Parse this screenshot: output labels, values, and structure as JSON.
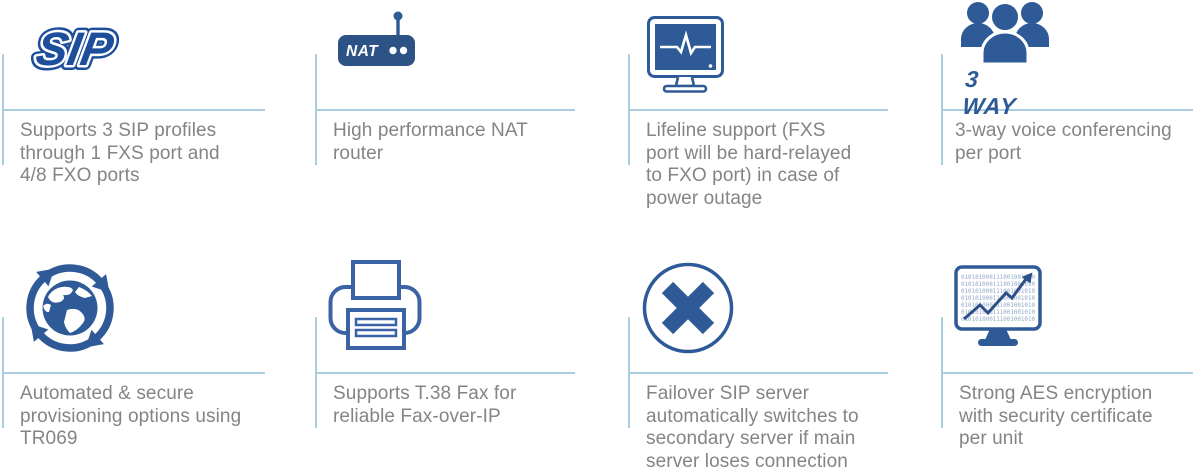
{
  "colors": {
    "accent_blue": "#2e5a97",
    "dark_blue": "#1d4e9b",
    "divider_blue": "#abcde0",
    "text_gray": "#828488"
  },
  "features": [
    {
      "icon": "sip-logo-icon",
      "icon_label": "SIP",
      "text": "Supports 3 SIP profiles\nthrough 1 FXS port and\n4/8 FXO ports"
    },
    {
      "icon": "nat-router-icon",
      "icon_label": "NAT",
      "text": "High performance NAT\nrouter"
    },
    {
      "icon": "monitor-heartbeat-icon",
      "text": "Lifeline support (FXS\nport will be hard-relayed\nto FXO port) in case of\npower outage"
    },
    {
      "icon": "conference-people-icon",
      "icon_label": "3 WAY",
      "text": "3-way voice conferencing\nper port"
    },
    {
      "icon": "globe-sync-icon",
      "text": "Automated & secure\nprovisioning options using\nTR069"
    },
    {
      "icon": "fax-printer-icon",
      "text": "Supports T.38 Fax for\nreliable Fax-over-IP"
    },
    {
      "icon": "x-circle-icon",
      "text": "Failover SIP server\nautomatically switches to\nsecondary server if main\nserver loses connection"
    },
    {
      "icon": "binary-monitor-icon",
      "text": "Strong AES encryption\nwith security certificate\nper unit"
    }
  ],
  "icon_details": {
    "binary_row": "010101000111001001010"
  }
}
